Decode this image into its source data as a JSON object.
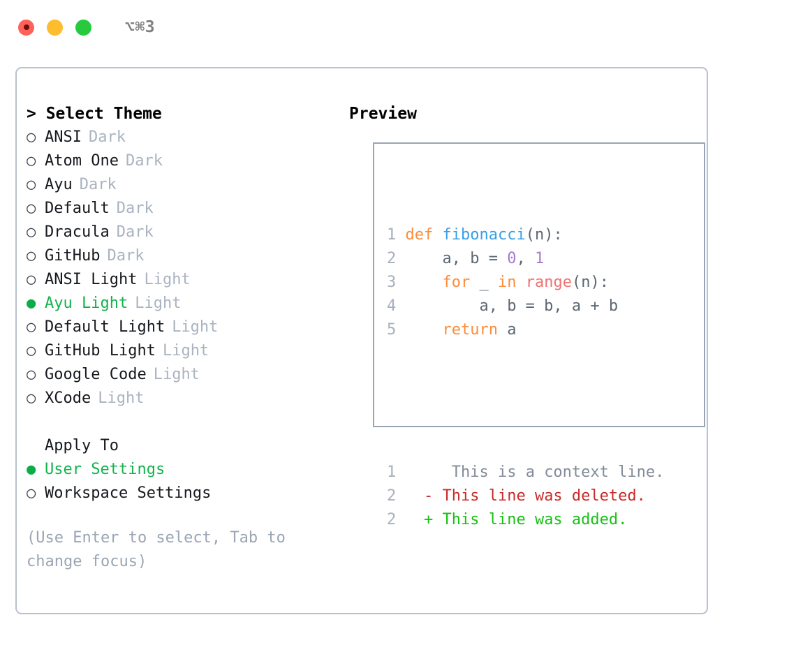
{
  "titlebar": {
    "shortcut": "⌥⌘3",
    "buttons": [
      {
        "name": "close",
        "color": "#ff6159"
      },
      {
        "name": "minimize",
        "color": "#ffbd2e"
      },
      {
        "name": "zoom",
        "color": "#27c93f"
      }
    ]
  },
  "theme_picker": {
    "header": "> Select Theme",
    "items": [
      {
        "marker": "○",
        "label": "ANSI",
        "tag": "Dark",
        "selected": false
      },
      {
        "marker": "○",
        "label": "Atom One",
        "tag": "Dark",
        "selected": false
      },
      {
        "marker": "○",
        "label": "Ayu",
        "tag": "Dark",
        "selected": false
      },
      {
        "marker": "○",
        "label": "Default",
        "tag": "Dark",
        "selected": false
      },
      {
        "marker": "○",
        "label": "Dracula",
        "tag": "Dark",
        "selected": false
      },
      {
        "marker": "○",
        "label": "GitHub",
        "tag": "Dark",
        "selected": false
      },
      {
        "marker": "○",
        "label": "ANSI Light",
        "tag": "Light",
        "selected": false
      },
      {
        "marker": "●",
        "label": "Ayu Light",
        "tag": "Light",
        "selected": true
      },
      {
        "marker": "○",
        "label": "Default Light",
        "tag": "Light",
        "selected": false
      },
      {
        "marker": "○",
        "label": "GitHub Light",
        "tag": "Light",
        "selected": false
      },
      {
        "marker": "○",
        "label": "Google Code",
        "tag": "Light",
        "selected": false
      },
      {
        "marker": "○",
        "label": "XCode",
        "tag": "Light",
        "selected": false
      }
    ]
  },
  "apply_to": {
    "header": "Apply To",
    "items": [
      {
        "marker": "●",
        "label": "User Settings",
        "selected": true
      },
      {
        "marker": "○",
        "label": "Workspace Settings",
        "selected": false
      }
    ]
  },
  "hint": "(Use Enter to select, Tab to change focus)",
  "preview": {
    "title": "Preview",
    "code_lines": [
      {
        "num": "1",
        "tokens": [
          {
            "t": "def",
            "c": "kw"
          },
          {
            "t": " ",
            "c": "plain"
          },
          {
            "t": "fibonacci",
            "c": "fn"
          },
          {
            "t": "(n):",
            "c": "punct"
          }
        ]
      },
      {
        "num": "2",
        "tokens": [
          {
            "t": "    a, b = ",
            "c": "plain"
          },
          {
            "t": "0",
            "c": "num"
          },
          {
            "t": ", ",
            "c": "plain"
          },
          {
            "t": "1",
            "c": "num"
          }
        ]
      },
      {
        "num": "3",
        "tokens": [
          {
            "t": "    ",
            "c": "plain"
          },
          {
            "t": "for",
            "c": "kw"
          },
          {
            "t": " _ ",
            "c": "plain"
          },
          {
            "t": "in",
            "c": "kw"
          },
          {
            "t": " ",
            "c": "plain"
          },
          {
            "t": "range",
            "c": "builtin"
          },
          {
            "t": "(n):",
            "c": "punct"
          }
        ]
      },
      {
        "num": "4",
        "tokens": [
          {
            "t": "        a, b = b, a + b",
            "c": "plain"
          }
        ]
      },
      {
        "num": "5",
        "tokens": [
          {
            "t": "    ",
            "c": "plain"
          },
          {
            "t": "return",
            "c": "kw"
          },
          {
            "t": " a",
            "c": "plain"
          }
        ]
      }
    ],
    "diff_lines": [
      {
        "num": "1",
        "sign": " ",
        "text": "  This is a context line.",
        "kind": "ctx"
      },
      {
        "num": "2",
        "sign": "-",
        "text": " This line was deleted.",
        "kind": "del"
      },
      {
        "num": "2",
        "sign": "+",
        "text": " This line was added.",
        "kind": "add"
      }
    ]
  },
  "colors": {
    "accent_green": "#12b34c",
    "keyword": "#fa8d3e",
    "function": "#399ee6",
    "number": "#a37acc",
    "builtin": "#f07171",
    "diff_add": "#16c115",
    "diff_del": "#c92a2a",
    "muted": "#9aa5b4",
    "border": "#b9c2ce"
  }
}
